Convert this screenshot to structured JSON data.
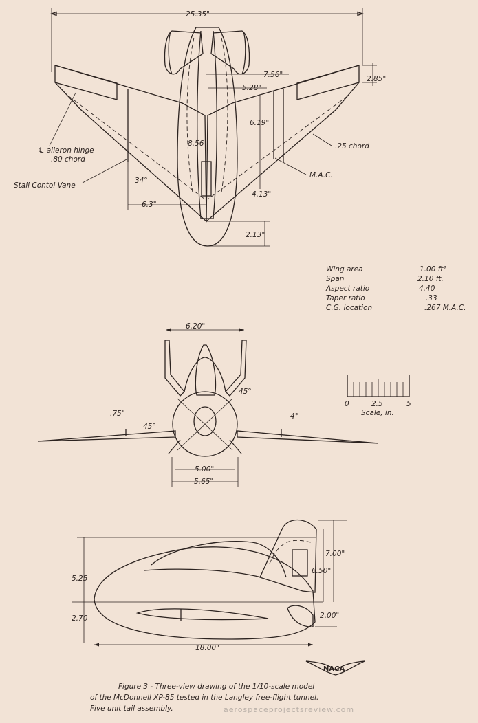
{
  "top_view": {
    "dims": {
      "span": "25.35\"",
      "d756": "7.56\"",
      "d528": "5.28\"",
      "d285": "2.85\"",
      "d619": "6.19\"",
      "d856": "8.56",
      "d413": "4.13\"",
      "d63": "6.3\"",
      "d213": "2.13\"",
      "angle34": "34°"
    },
    "labels": {
      "aileron_line1": "℄ aileron hinge",
      "aileron_line2": ".80 chord",
      "stall_vane": "Stall Contol Vane",
      "quarter_chord": ".25 chord",
      "mac": "M.A.C."
    }
  },
  "specs": [
    {
      "label": "Wing area",
      "value": "1.00 ft²"
    },
    {
      "label": "Span",
      "value": "2.10 ft."
    },
    {
      "label": "Aspect ratio",
      "value": "4.40"
    },
    {
      "label": "Taper ratio",
      "value": ".33"
    },
    {
      "label": "C.G. location",
      "value": ".267 M.A.C."
    }
  ],
  "front_view": {
    "dims": {
      "d620": "6.20\"",
      "angle45a": "45°",
      "angle45b": "45°",
      "d75": ".75\"",
      "angle4": "4°",
      "d500": "5.00\"",
      "d565": "5.65\""
    }
  },
  "scale": {
    "ticks": [
      "0",
      "2.5",
      "5"
    ],
    "label": "Scale, in."
  },
  "side_view": {
    "dims": {
      "d525": "5.25",
      "d270": "2.70",
      "d700": "7.00\"",
      "d650": "6.50\"",
      "d200": "2.00\"",
      "d1800": "18.00\""
    }
  },
  "logo": "NACA",
  "caption": {
    "line1": "Figure 3 - Three-view drawing of the 1/10-scale model",
    "line2": "of the McDonnell XP-85 tested in the Langley free-flight tunnel.",
    "line3": "Five unit tail assembly."
  },
  "watermark": "aerospaceprojectsreview.com"
}
